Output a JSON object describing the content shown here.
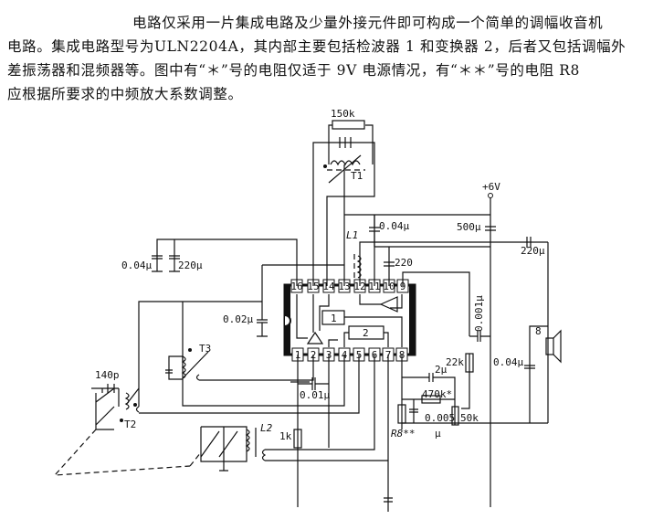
{
  "paragraph": {
    "lines": [
      "电路仅采用一片集成电路及少量外接元件即可构成一个简单的调幅收音机",
      "电路。集成电路型号为ULN2204A，其内部主要包括检波器 1 和变换器 2，后者又包括调幅外",
      "差振荡器和混频器等。图中有“＊”号的电阻仅适于 9V 电源情况，有“＊＊”号的电阻 R8",
      "应根据所要求的中频放大系数调整。"
    ]
  },
  "schematic": {
    "ic_pins_top": [
      "16",
      "15",
      "14",
      "13",
      "12",
      "11",
      "10",
      "9"
    ],
    "ic_pins_bottom": [
      "1",
      "2",
      "3",
      "4",
      "5",
      "6",
      "7",
      "8"
    ],
    "ic_blocks": [
      "1",
      "2"
    ],
    "labels": {
      "r_150k": "150k",
      "t1": "T1",
      "supply": "+6V",
      "c_004_top": "0.04μ",
      "c_500": "500μ",
      "l1": "L1",
      "c_220_out": "220μ",
      "c_004_left": "0.04μ",
      "c_220_left": "220μ",
      "c_220": "220",
      "c_002": "0.02μ",
      "c_0001": "0.001μ",
      "t3": "T3",
      "r_22k": "22k",
      "c_2": "2μ",
      "c_004_right": "0.04μ",
      "speaker": "8",
      "c_140p": "140p",
      "r_470k": "470k*",
      "c_001": "0.01μ",
      "t2": "T2",
      "l2": "L2",
      "pot_50k": "50k",
      "c_0005": "0.005",
      "c_0005_unit": "μ",
      "r_1k": "1k",
      "r8": "R8**"
    }
  }
}
